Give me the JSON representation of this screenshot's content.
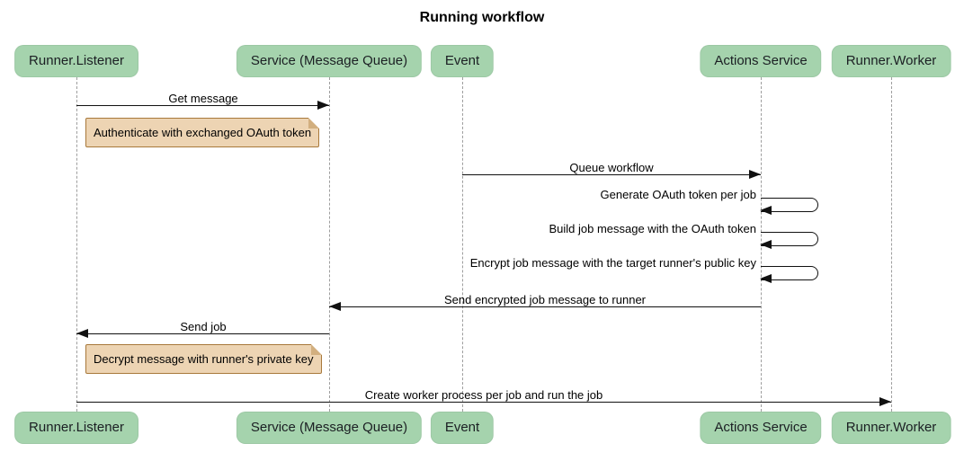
{
  "title": "Running workflow",
  "diagram_type": "sequence",
  "participants": [
    {
      "label": "Runner.Listener"
    },
    {
      "label": "Service (Message Queue)"
    },
    {
      "label": "Event"
    },
    {
      "label": "Actions Service"
    },
    {
      "label": "Runner.Worker"
    }
  ],
  "messages": [
    {
      "kind": "arrow",
      "from": "Runner.Listener",
      "to": "Service (Message Queue)",
      "label": "Get message"
    },
    {
      "kind": "note",
      "position": "right of Runner.Listener",
      "label": "Authenticate with exchanged OAuth token"
    },
    {
      "kind": "arrow",
      "from": "Event",
      "to": "Actions Service",
      "label": "Queue workflow"
    },
    {
      "kind": "self",
      "actor": "Actions Service",
      "label": "Generate OAuth token per job"
    },
    {
      "kind": "self",
      "actor": "Actions Service",
      "label": "Build job message with the OAuth token"
    },
    {
      "kind": "self",
      "actor": "Actions Service",
      "label": "Encrypt job message with the target runner's public key"
    },
    {
      "kind": "arrow",
      "from": "Actions Service",
      "to": "Service (Message Queue)",
      "label": "Send encrypted job message to runner"
    },
    {
      "kind": "arrow",
      "from": "Service (Message Queue)",
      "to": "Runner.Listener",
      "label": "Send job"
    },
    {
      "kind": "note",
      "position": "right of Runner.Listener",
      "label": "Decrypt message with runner's private key"
    },
    {
      "kind": "arrow",
      "from": "Runner.Listener",
      "to": "Runner.Worker",
      "label": "Create worker process per job and run the job"
    }
  ],
  "colors": {
    "actor_fill": "#A5D3AD",
    "actor_text": "#1B1F23",
    "note_fill": "#EDD4B3",
    "note_border": "#A8793B",
    "note_fold": "#D2AF7F",
    "lifeline": "#9E9E9E",
    "line": "#111111"
  }
}
